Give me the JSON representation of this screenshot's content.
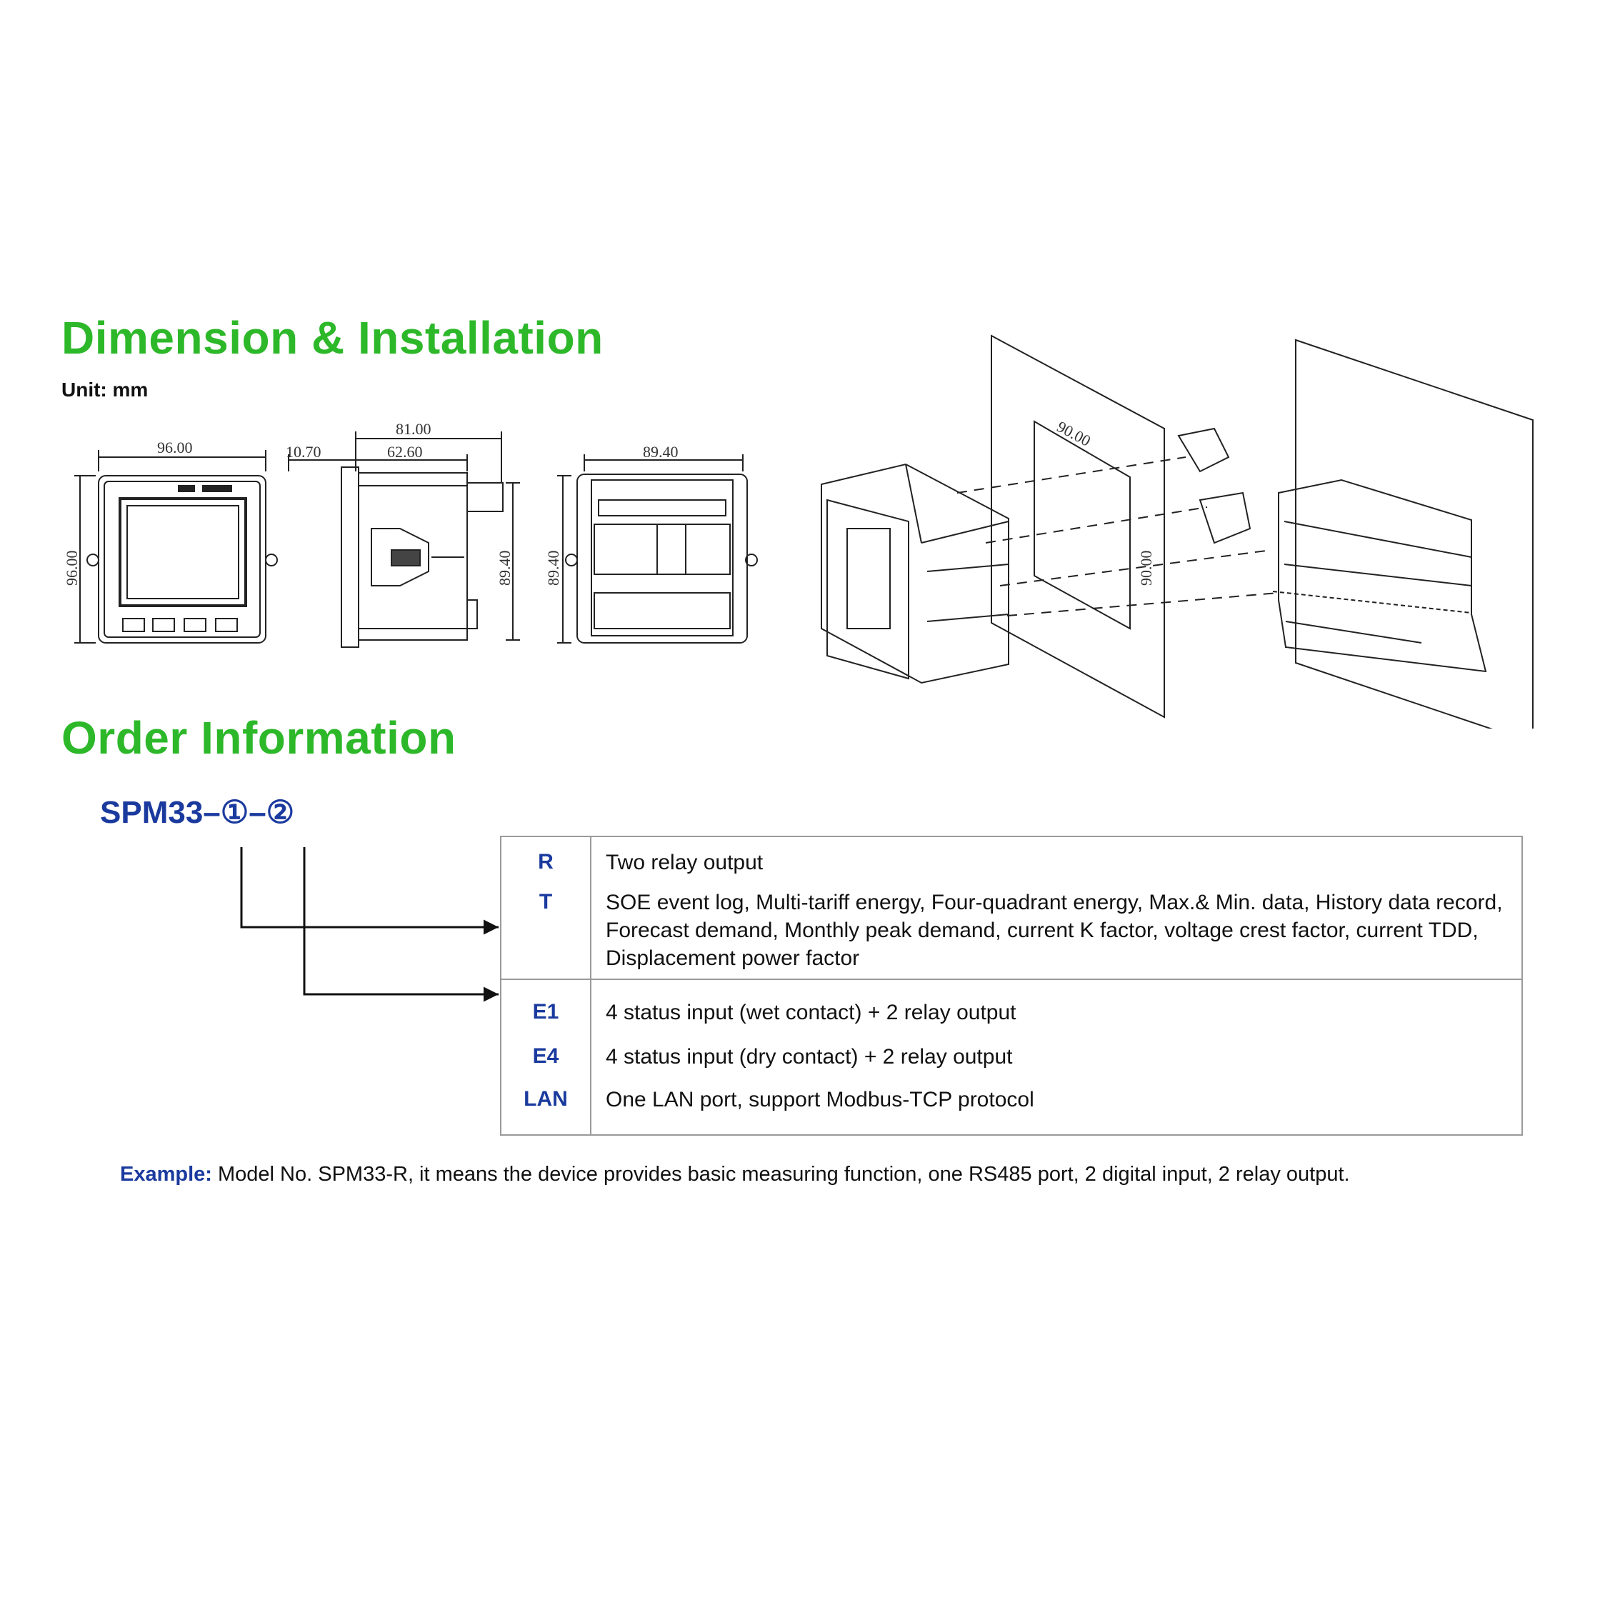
{
  "dimension_section": {
    "title": "Dimension & Installation",
    "unit": "Unit: mm",
    "front_view": {
      "width_label": "96.00",
      "height_label": "96.00"
    },
    "side_view": {
      "depth_total": "81.00",
      "bezel": "10.70",
      "body_depth": "62.60",
      "height": "89.40"
    },
    "rear_view": {
      "width_label": "89.40",
      "height_label": "89.40"
    },
    "cutout": {
      "width_label": "90.00",
      "height_label": "90.00"
    }
  },
  "order_section": {
    "title": "Order Information",
    "model_code": "SPM33–①–②",
    "options": [
      {
        "code": "R",
        "description": "Two relay output"
      },
      {
        "code": "T",
        "description": "SOE event log, Multi-tariff energy, Four-quadrant energy, Max.& Min. data, History data record, Forecast demand, Monthly peak demand, current K factor, voltage crest factor, current TDD, Displacement power factor"
      },
      {
        "code": "E1",
        "description": "4 status input (wet contact) + 2 relay output"
      },
      {
        "code": "E4",
        "description": "4 status input (dry contact) + 2 relay output"
      },
      {
        "code": "LAN",
        "description": "One LAN port, support Modbus-TCP protocol"
      }
    ]
  },
  "example": {
    "label": "Example:",
    "text": " Model No. SPM33-R, it means the device provides basic measuring function, one RS485 port, 2 digital input, 2 relay output."
  },
  "colors": {
    "heading_green": "#2db82a",
    "code_blue": "#1a3a9e",
    "table_border": "#9a9a9a"
  }
}
